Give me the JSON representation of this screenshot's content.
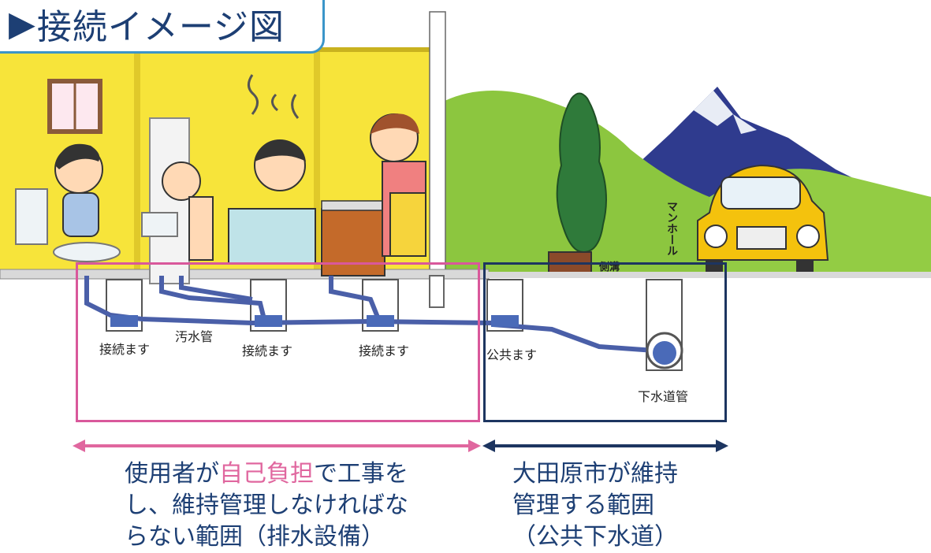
{
  "title": {
    "marker": "▶",
    "text": "接続イメージ図"
  },
  "labels": {
    "connect1": "接続ます",
    "sewage_pipe": "汚水管",
    "connect2": "接続ます",
    "connect3": "接続ます",
    "public_box": "公共ます",
    "sewer_main": "下水道管",
    "manhole": "マンホール",
    "gutter": "側溝"
  },
  "captions": {
    "left": {
      "pre": "使用者が",
      "highlight": "自己負担",
      "post_line1": "で工事を",
      "line2": "し、維持管理しなければな",
      "line3": "らない範囲（排水設備）"
    },
    "right": {
      "line1": "大田原市が維持",
      "line2": "管理する範囲",
      "line3": "（公共下水道）"
    }
  },
  "colors": {
    "pink": "#d9589b",
    "navy": "#1d3560",
    "title_border": "#3b95c9",
    "title_text": "#1d3f74",
    "pipe": "#4a5fa8",
    "wall": "#f7e43a"
  }
}
